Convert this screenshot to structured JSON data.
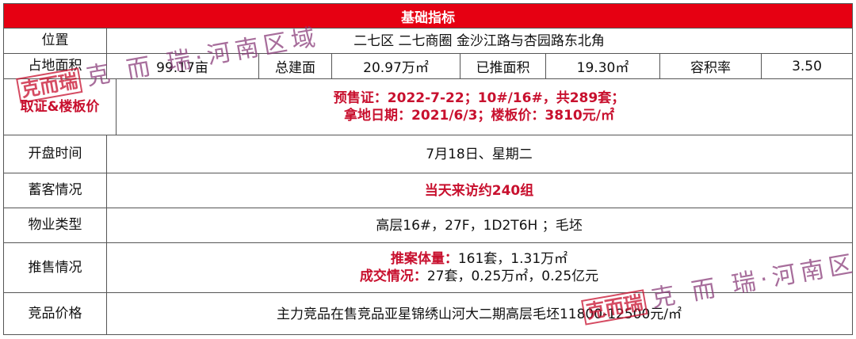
{
  "header": {
    "title": "基础指标"
  },
  "rows": {
    "location": {
      "label": "位置",
      "value": "二七区 二七商圈 金沙江路与杏园路东北角"
    },
    "land": {
      "label": "占地面积",
      "value": "99.17亩",
      "gfa_label": "总建面",
      "gfa_value": "20.97万㎡",
      "launched_label": "已推面积",
      "launched_value": "19.30㎡",
      "far_label": "容积率",
      "far_value": "3.50"
    },
    "permit": {
      "label": "取证&楼板价",
      "line1": "预售证：2022-7-22；10#/16#，共289套；",
      "line2": "拿地日期：2021/6/3；楼板价：3810元/㎡"
    },
    "opening": {
      "label": "开盘时间",
      "value": "7月18日、星期二"
    },
    "reserve": {
      "label": "蓄客情况",
      "value": "当天来访约240组"
    },
    "property": {
      "label": "物业类型",
      "value": "高层16#，27F，1D2T6H ；毛坯"
    },
    "sales": {
      "label": "推售情况",
      "l1_key": "推案体量：",
      "l1_val": "161套，1.31万㎡",
      "l2_key": "成交情况：",
      "l2_val": "27套，0.25万㎡，0.25亿元"
    },
    "competitor": {
      "label": "竞品价格",
      "value": "主力竞品在售竞品亚星锦绣山河大二期高层毛坯11800-12500元/㎡"
    }
  },
  "watermark": {
    "stamp": "克而瑞",
    "text": "克 而 瑞·河南区域"
  },
  "colors": {
    "header_bg": "#e60012",
    "accent_red": "#c8102e",
    "border": "#555555"
  }
}
